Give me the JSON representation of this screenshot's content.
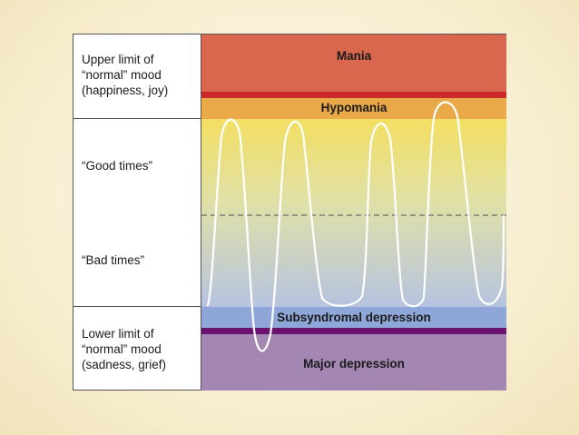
{
  "left_labels": {
    "upper": [
      "Upper limit of",
      "“normal” mood",
      "(happiness, joy)"
    ],
    "good": "“Good times”",
    "bad": "“Bad times”",
    "lower": [
      "Lower limit of",
      "“normal” mood",
      "(sadness, grief)"
    ]
  },
  "zones": {
    "mania": "Mania",
    "hypomania": "Hypomania",
    "subsyndromal": "Subsyndromal depression",
    "major": "Major depression"
  },
  "colors": {
    "mania": "#d9674d",
    "mania_limit": "#cc2a2a",
    "hypomania": "#e9a948",
    "normal_top": "#f3df62",
    "normal_bottom": "#b6c3e0",
    "subsyndromal": "#8fa7d8",
    "depression_limit": "#6a1270",
    "major": "#a486b3",
    "mood_curve": "#ffffff"
  }
}
